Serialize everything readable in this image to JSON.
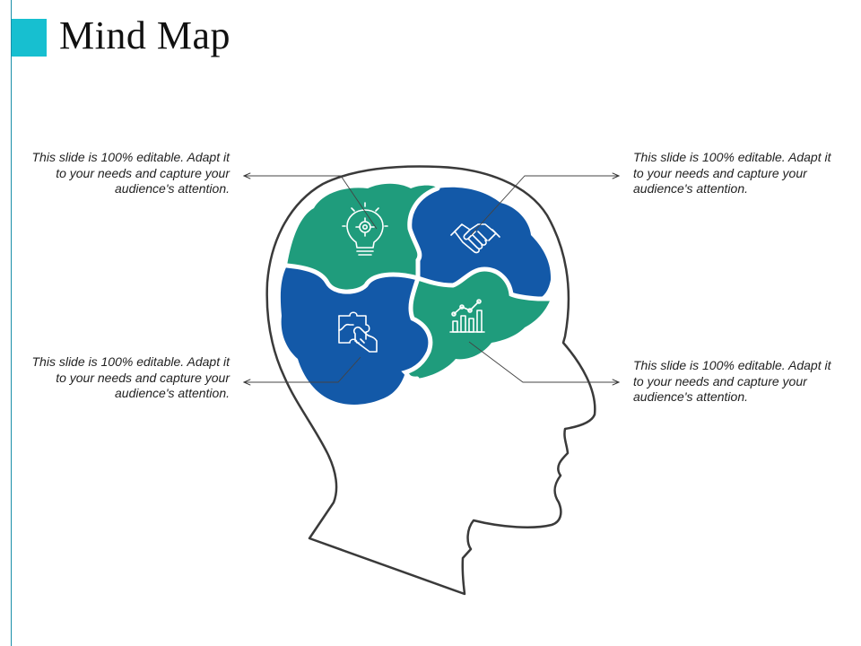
{
  "slide": {
    "title": "Mind Map"
  },
  "theme": {
    "accent": "#17bfd0",
    "rule": "#1a8fa8",
    "green": "#1f9c7c",
    "blue": "#1359a8",
    "outline": "#3a3a3a"
  },
  "notes": {
    "top_left": "This slide is 100% editable. Adapt it to your needs and capture your audience's attention.",
    "top_right": "This slide is 100% editable. Adapt it to your needs and capture your audience's attention.",
    "bottom_left": "This slide is 100% editable. Adapt it to your needs and capture your audience's attention.",
    "bottom_right": "This slide is 100% editable. Adapt it to your needs and capture your audience's attention."
  },
  "icons": {
    "top_left": "lightbulb-gear-icon",
    "top_right": "handshake-icon",
    "bottom_left": "puzzle-hand-icon",
    "bottom_right": "growth-chart-icon"
  }
}
